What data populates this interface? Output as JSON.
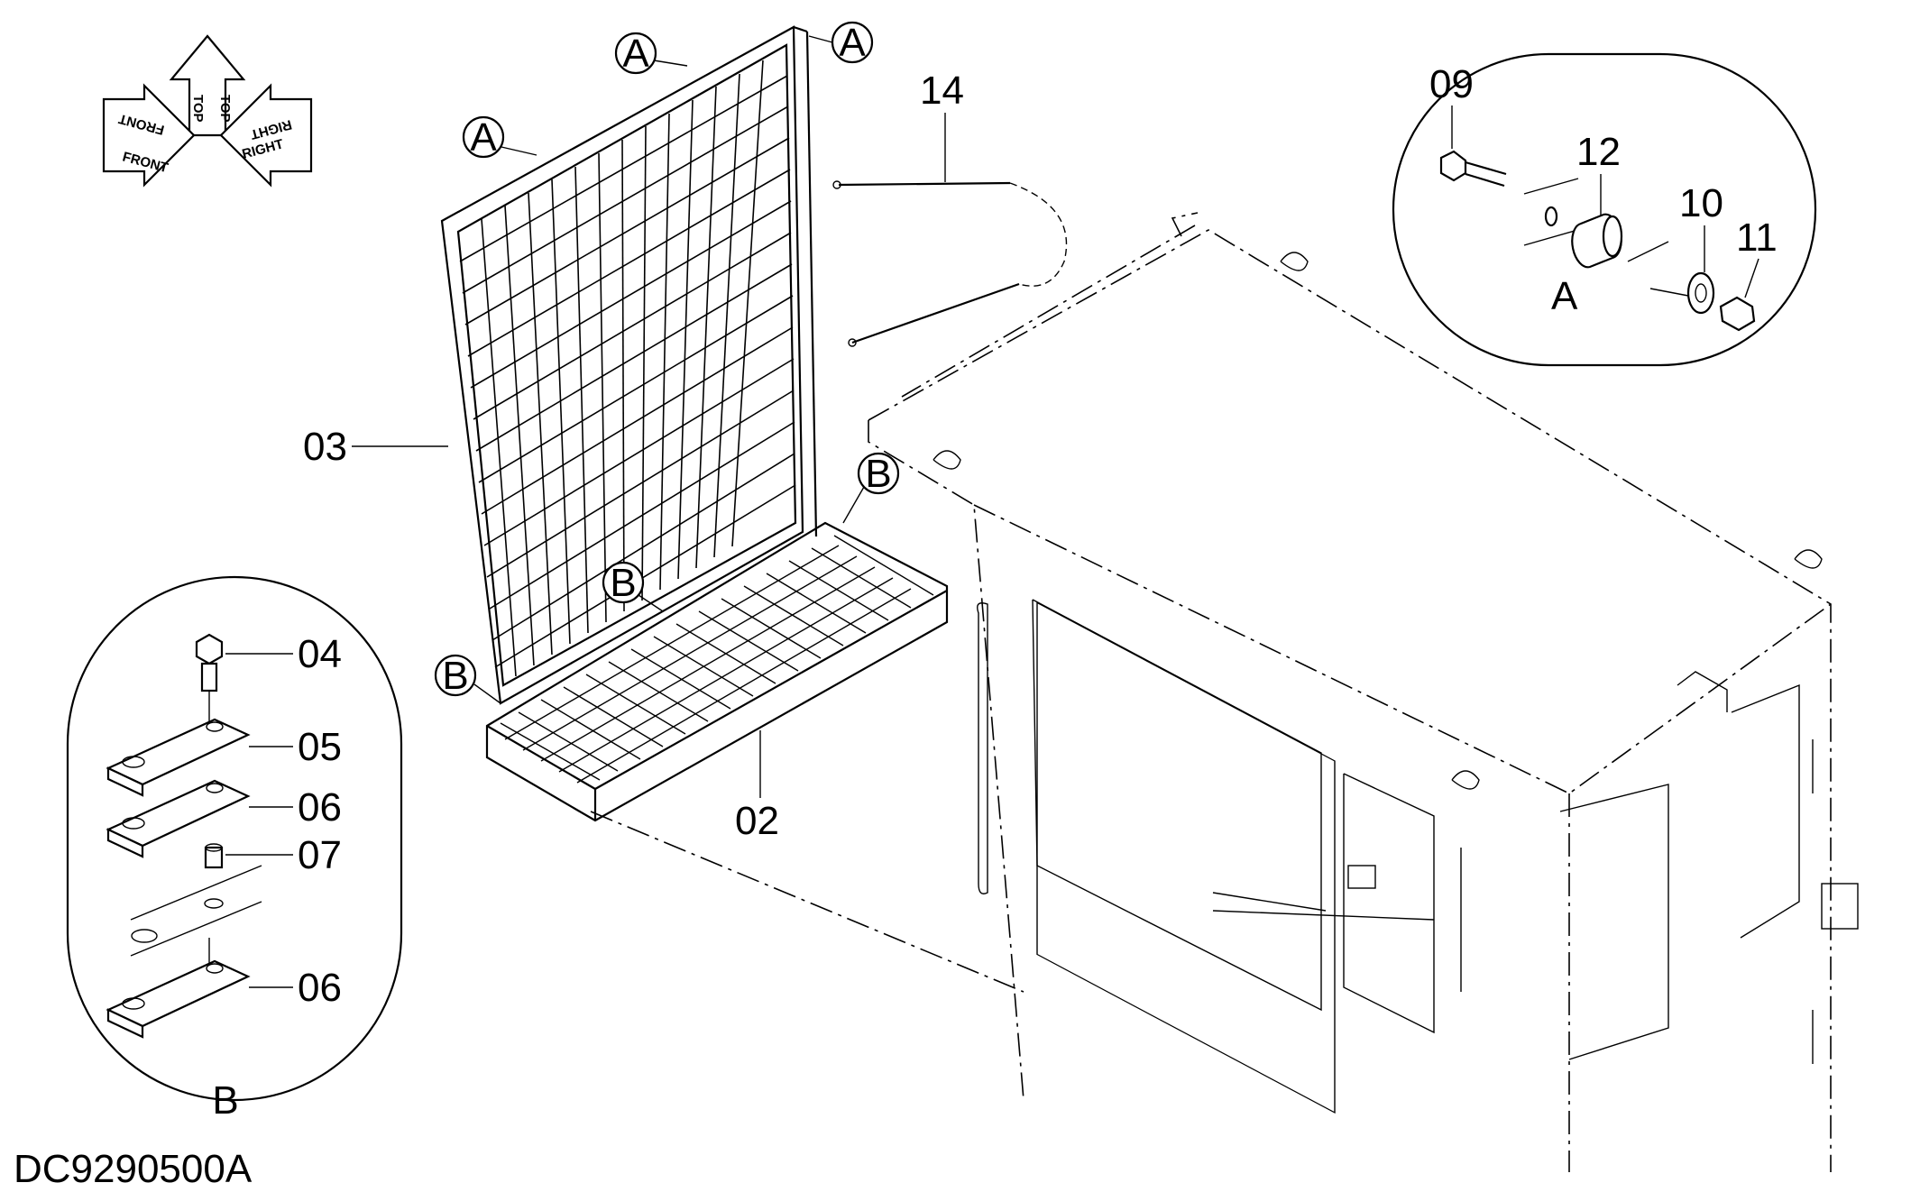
{
  "drawing_code": "DC9290500A",
  "orientation": {
    "top": "TOP",
    "front": "FRONT",
    "right": "RIGHT"
  },
  "part_labels": {
    "p02": "02",
    "p03": "03",
    "p04": "04",
    "p05": "05",
    "p06a": "06",
    "p06b": "06",
    "p07": "07",
    "p09": "09",
    "p10": "10",
    "p11": "11",
    "p12": "12",
    "p14": "14"
  },
  "callouts": {
    "a": "A",
    "b": "B"
  },
  "detail_views": {
    "a": "A",
    "b": "B"
  }
}
